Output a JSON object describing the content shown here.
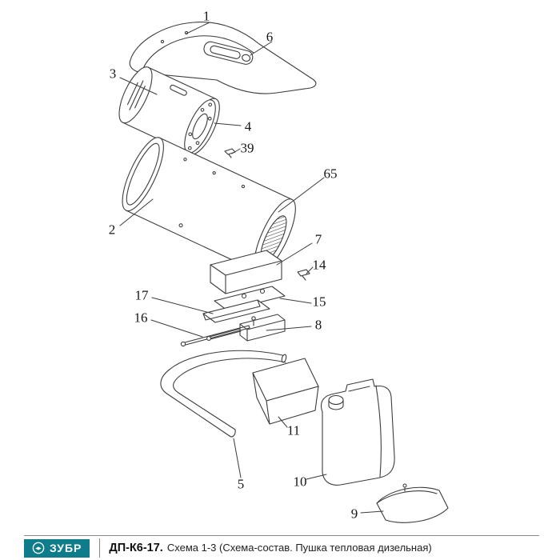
{
  "diagram": {
    "labels": [
      "1",
      "6",
      "3",
      "4",
      "39",
      "65",
      "2",
      "7",
      "14",
      "17",
      "15",
      "16",
      "8",
      "11",
      "5",
      "10",
      "9"
    ]
  },
  "footer": {
    "brand": "ЗУБР",
    "model": "ДП-К6-17.",
    "description": "Схема 1-3 (Схема-состав. Пушка тепловая дизельная)"
  },
  "colors": {
    "brand_teal": "#0e7c8b",
    "line_color": "#3c3c3c"
  }
}
